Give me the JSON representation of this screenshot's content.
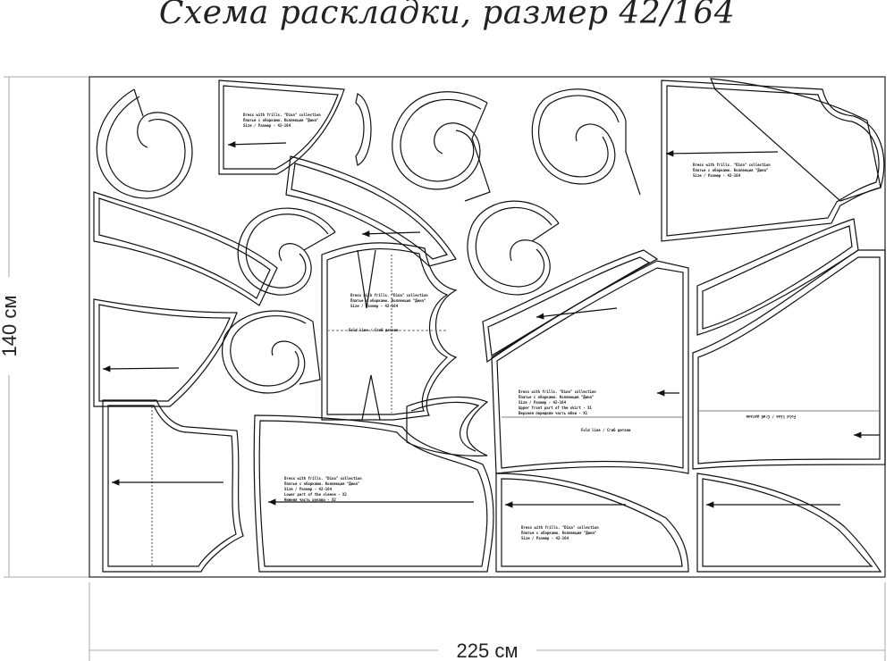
{
  "title": "Схема раскладки, размер 42/164",
  "dimensions": {
    "width_label": "225 см",
    "height_label": "140 см"
  },
  "labels": {
    "fold_line": "Fold line / Сгиб детали",
    "collection": "Dress with frills. \"Dina\" collection",
    "collection_ru": "Платье с оборками. Коллекция \"Дина\"",
    "size": "Size / Размер - 42-164",
    "upper_front": "Upper front part of the skirt - X1",
    "upper_front_ru": "Верхняя передняя часть юбки - X1",
    "lower_sleeve": "Lower part of the sleeve - X2",
    "lower_sleeve_ru": "Нижняя часть рукава - X2"
  }
}
